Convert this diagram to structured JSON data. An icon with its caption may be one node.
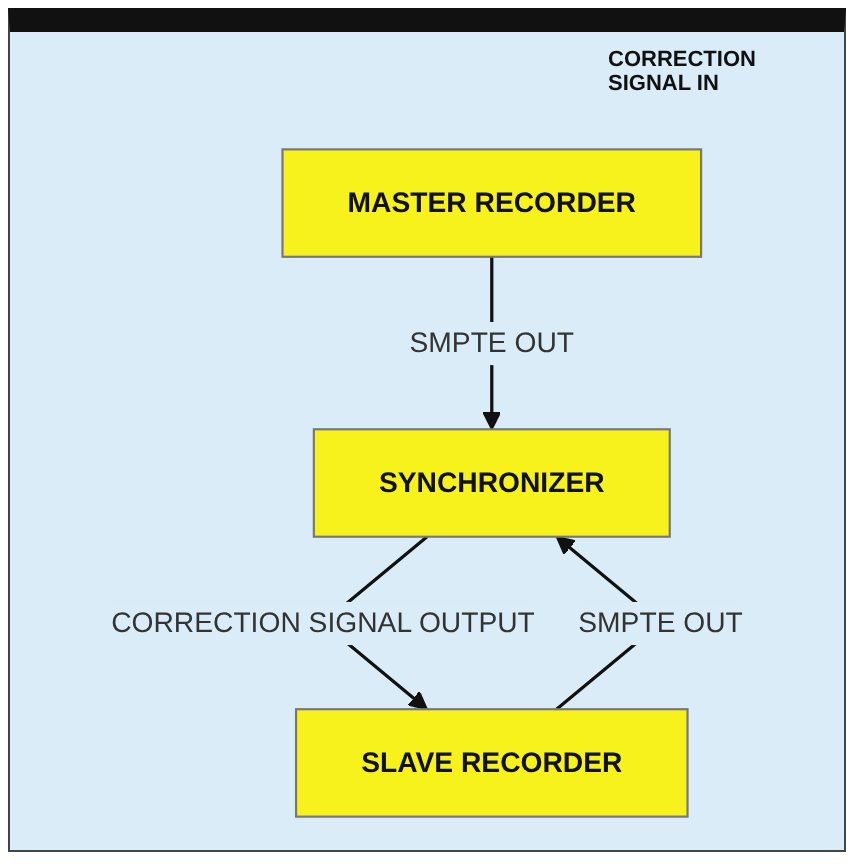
{
  "diagram": {
    "nodes": [
      {
        "text": [
          "MASTER RECORDER"
        ]
      },
      {
        "text": [
          "SLAVE RECORDER"
        ]
      },
      {
        "text": [
          "SYNCHRONIZER"
        ]
      }
    ],
    "edges": [
      {
        "from": 0,
        "to": 2,
        "arrow": "to",
        "label": "SMPTE OUT"
      },
      {
        "from": 1,
        "to": 2,
        "arrow": "to",
        "label": "SMPTE OUT"
      },
      {
        "from": 2,
        "to": 1,
        "arrow": "to",
        "label": "CORRECTION SIGNAL OUTPUT"
      }
    ],
    "labels": [
      "CORRECTION SIGNAL IN"
    ]
  }
}
